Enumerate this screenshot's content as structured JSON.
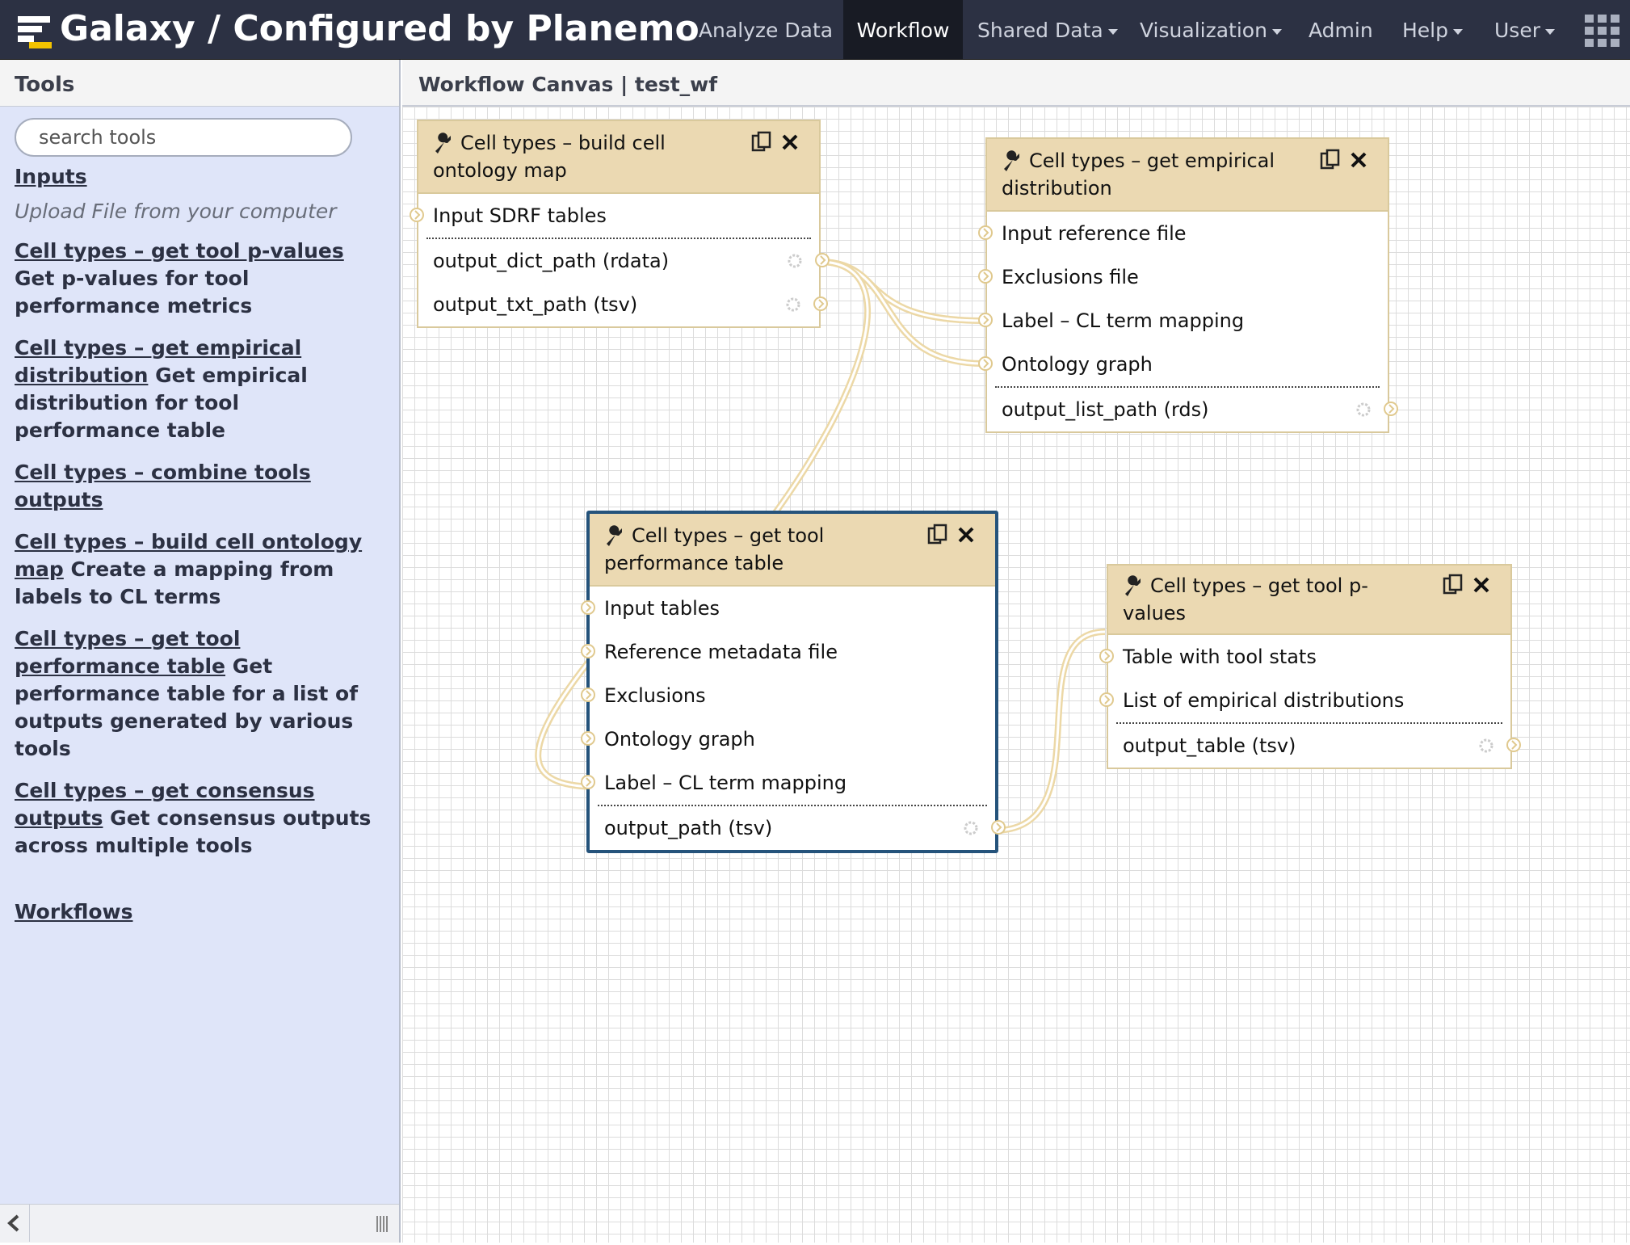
{
  "masthead": {
    "brand": "Galaxy / Configured by Planemo",
    "nav": [
      {
        "label": "Analyze Data",
        "caret": false,
        "active": false
      },
      {
        "label": "Workflow",
        "caret": false,
        "active": true
      },
      {
        "label": "Shared Data",
        "caret": true,
        "active": false
      },
      {
        "label": "Visualization",
        "caret": true,
        "active": false
      },
      {
        "label": "Admin",
        "caret": false,
        "active": false
      },
      {
        "label": "Help",
        "caret": true,
        "active": false
      },
      {
        "label": "User",
        "caret": true,
        "active": false
      }
    ],
    "apps_icon": "grid-icon"
  },
  "tools": {
    "title": "Tools",
    "search_placeholder": "search tools",
    "inputs_label": "Inputs",
    "upload_label": "Upload File from your computer",
    "items": [
      {
        "name": "Cell types – get tool p-values",
        "desc": "Get p-values for tool performance metrics"
      },
      {
        "name": "Cell types – get empirical distribution",
        "desc": "Get empirical distribution for tool performance table"
      },
      {
        "name": "Cell types – combine tools outputs",
        "desc": ""
      },
      {
        "name": "Cell types – build cell ontology map",
        "desc": "Create a mapping from labels to CL terms"
      },
      {
        "name": "Cell types – get tool performance table",
        "desc": "Get performance table for a list of outputs generated by various tools"
      },
      {
        "name": "Cell types – get consensus outputs",
        "desc": "Get consensus outputs across multiple tools"
      }
    ],
    "workflows_label": "Workflows"
  },
  "canvas": {
    "title": "Workflow Canvas | test_wf",
    "nodes": [
      {
        "title": "Cell types – build cell ontology map",
        "inputs": [
          "Input SDRF tables"
        ],
        "outputs": [
          "output_dict_path (rdata)",
          "output_txt_path (tsv)"
        ]
      },
      {
        "title": "Cell types – get empirical distribution",
        "inputs": [
          "Input reference file",
          "Exclusions file",
          "Label – CL term mapping",
          "Ontology graph"
        ],
        "outputs": [
          "output_list_path (rds)"
        ]
      },
      {
        "title": "Cell types – get tool performance table",
        "inputs": [
          "Input tables",
          "Reference metadata file",
          "Exclusions",
          "Ontology graph",
          "Label – CL term mapping"
        ],
        "outputs": [
          "output_path (tsv)"
        ],
        "selected": true
      },
      {
        "title": "Cell types – get tool p-values",
        "inputs": [
          "Table with tool stats",
          "List of empirical distributions"
        ],
        "outputs": [
          "output_table (tsv)"
        ]
      }
    ]
  },
  "colors": {
    "masthead": "#2c3143",
    "tool_panel": "#dfe5f9",
    "node_header": "#ebd9b2",
    "node_border": "#d9c99c",
    "selected_border": "#25537b",
    "connection": "#ecd8a6"
  }
}
